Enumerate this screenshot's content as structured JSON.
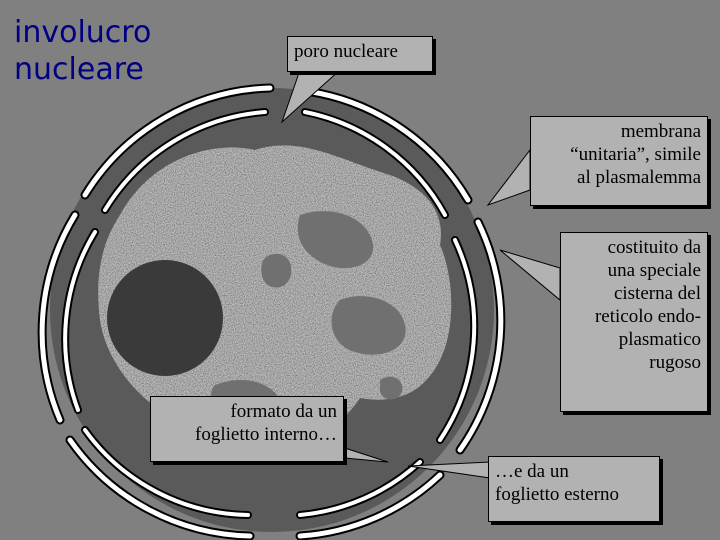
{
  "title": {
    "line1": "involucro",
    "line2": "nucleare"
  },
  "callouts": {
    "poro": {
      "lines": [
        "poro nucleare"
      ]
    },
    "membrana": {
      "lines": [
        "membrana",
        "“unitaria”, simile",
        "al plasmalemma"
      ]
    },
    "cisterna": {
      "lines": [
        "costituito da",
        "una speciale",
        "cisterna del",
        "reticolo endo-",
        "plasmatico",
        "rugoso"
      ]
    },
    "interno": {
      "lines": [
        "formato da un",
        "foglietto interno…"
      ]
    },
    "esterno": {
      "lines": [
        "…e da un",
        "foglietto esterno"
      ]
    }
  },
  "colors": {
    "background": "#808080",
    "title": "#000080",
    "callout_fill": "#b2b2b2",
    "nucleus_outer": "#5a5a5a",
    "nucleoplasm": "#bdbdbd",
    "nucleolus": "#3a3a3a",
    "membrane": "#ffffff"
  }
}
